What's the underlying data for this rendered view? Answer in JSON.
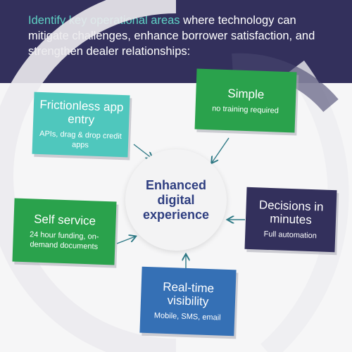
{
  "header": {
    "accent_text": "Identify key operational areas",
    "rest_text": " where technology can mitigate challenges, enhance borrower satisfaction, and strengthen dealer relationships:"
  },
  "center": {
    "label": "Enhanced digital experience"
  },
  "cards": {
    "frictionless": {
      "title": "Frictionless app entry",
      "sub": "APIs, drag & drop credit apps"
    },
    "simple": {
      "title": "Simple",
      "sub": "no training required"
    },
    "self_service": {
      "title": "Self service",
      "sub": "24 hour funding, on-demand documents"
    },
    "decisions": {
      "title": "Decisions in minutes",
      "sub": "Full automation"
    },
    "realtime": {
      "title": "Real-time visibility",
      "sub": "Mobile, SMS, email"
    }
  },
  "colors": {
    "navy": "#33305c",
    "teal": "#4fc7bd",
    "green": "#2aa24c",
    "blue": "#3570b5",
    "center_text": "#2e3e80",
    "accent": "#5fd1c4"
  }
}
